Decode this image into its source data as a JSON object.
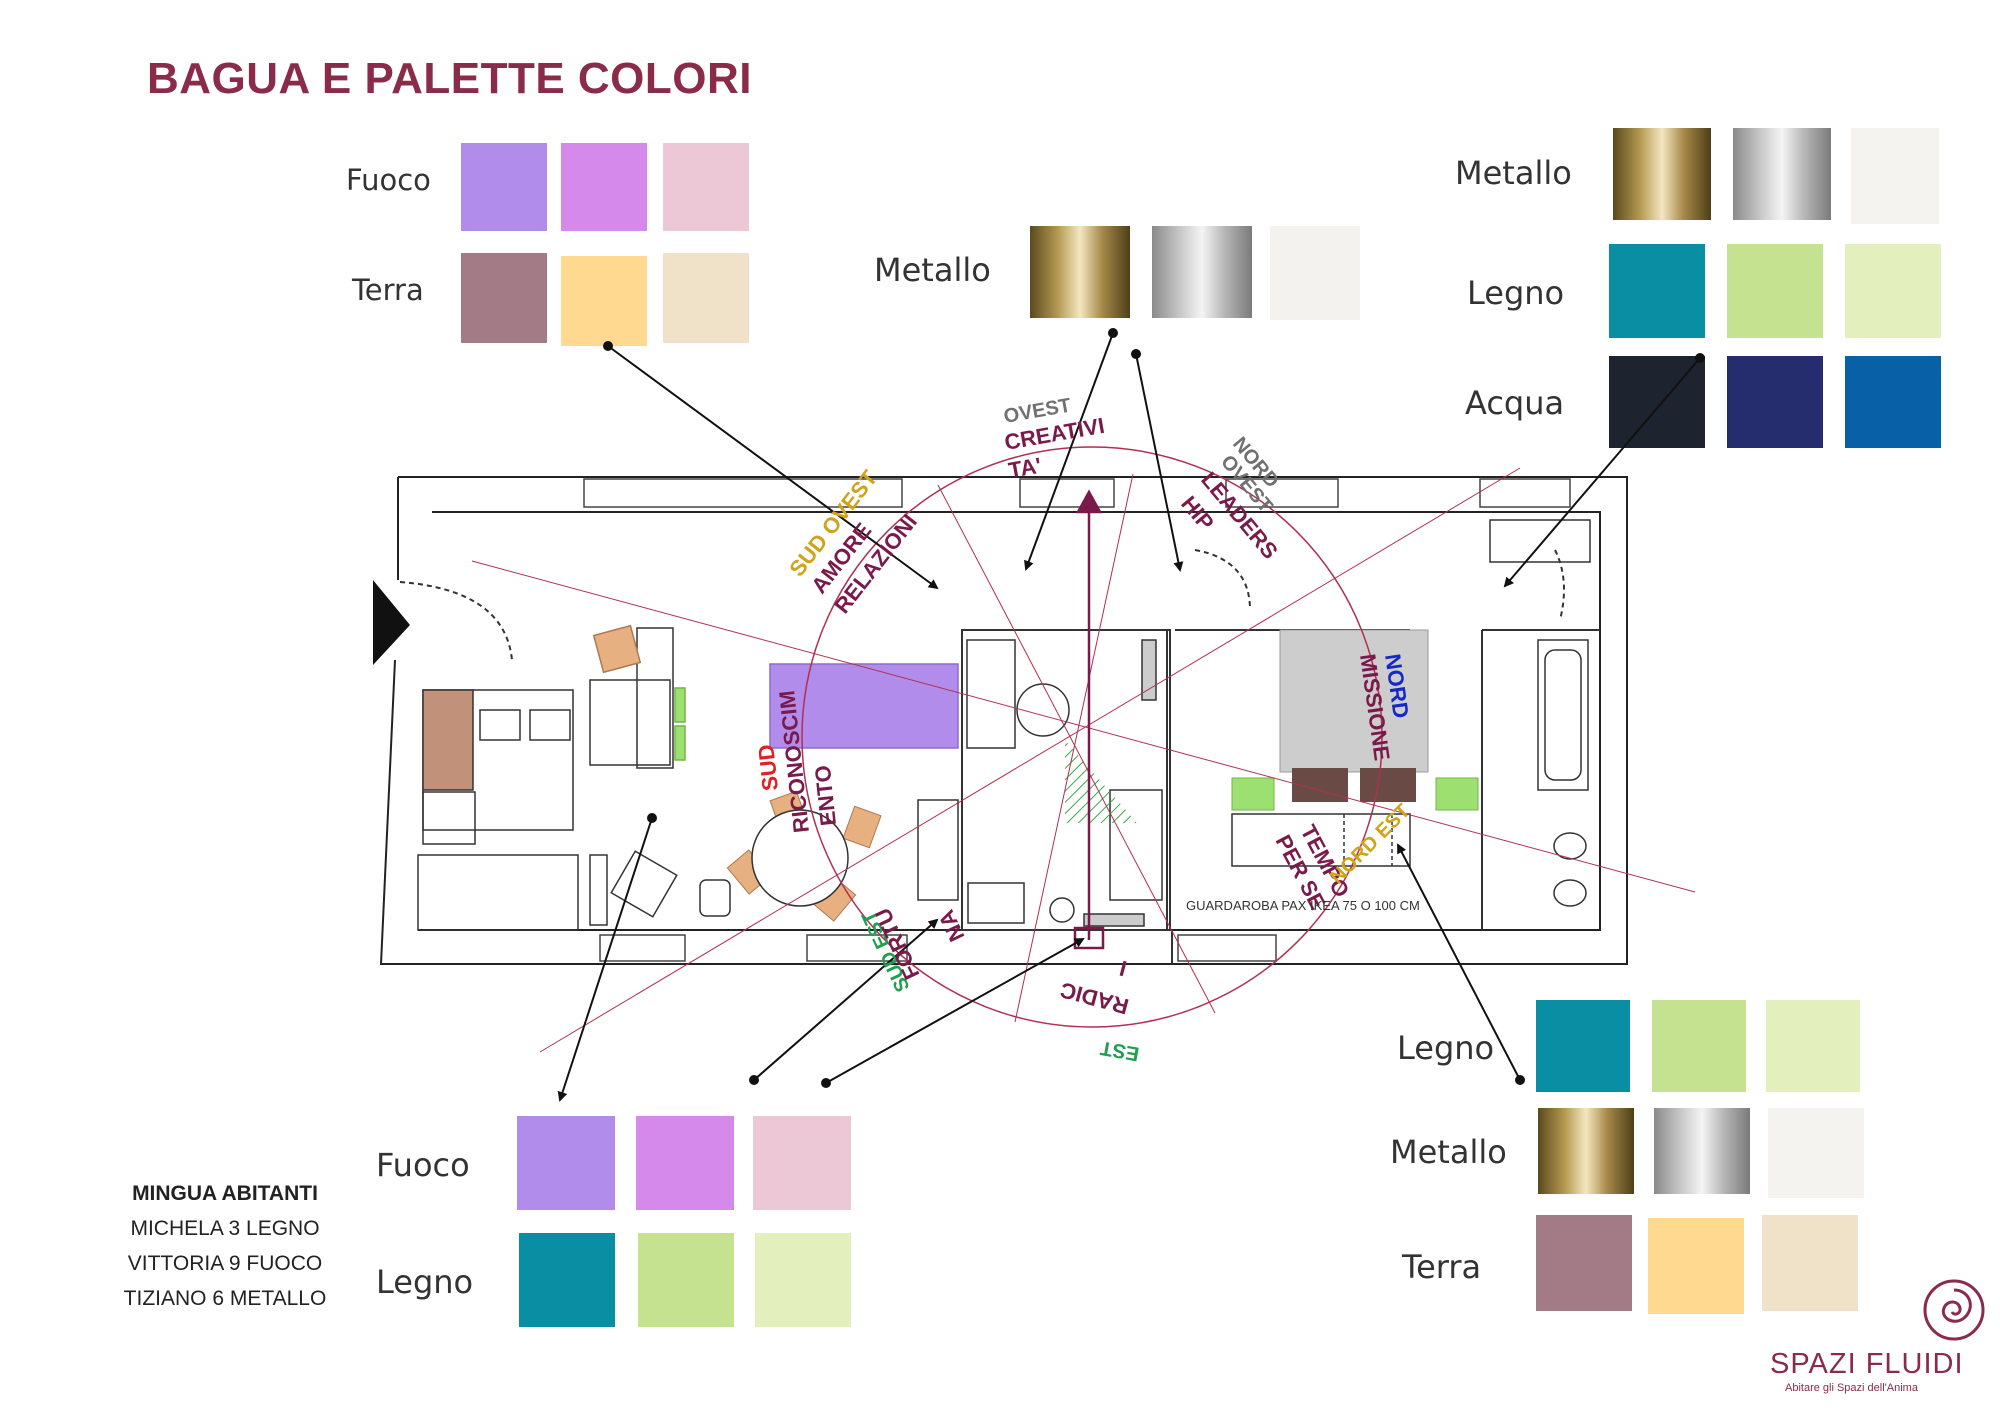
{
  "title": "BAGUA E  PALETTE COLORI",
  "palettes": {
    "top_left": [
      {
        "element": "Fuoco",
        "colors": [
          "#b18ceb",
          "#d58aeb",
          "#ecc8d6"
        ]
      },
      {
        "element": "Terra",
        "colors": [
          "#a37b87",
          "#ffd98f",
          "#efe2c8"
        ]
      }
    ],
    "top_center": [
      {
        "element": "Metallo",
        "colors": [
          "gold-metal",
          "silver-metal",
          "#f4f2ee"
        ]
      }
    ],
    "top_right": [
      {
        "element": "Metallo",
        "colors": [
          "gold-metal",
          "silver-metal",
          "#f5f3ef"
        ]
      },
      {
        "element": "Legno",
        "colors": [
          "#0a8ea3",
          "#c4e28f",
          "#e4efbe"
        ]
      },
      {
        "element": "Acqua",
        "colors": [
          "#1e2330",
          "#262d6f",
          "#0861a6"
        ]
      }
    ],
    "bottom_left": [
      {
        "element": "Fuoco",
        "colors": [
          "#b18ceb",
          "#d58aeb",
          "#ecc8d6"
        ]
      },
      {
        "element": "Legno",
        "colors": [
          "#0a8ea3",
          "#c4e28f",
          "#e4efbe"
        ]
      }
    ],
    "bottom_right": [
      {
        "element": "Legno",
        "colors": [
          "#0a8ea3",
          "#c4e28f",
          "#e4efbe"
        ]
      },
      {
        "element": "Metallo",
        "colors": [
          "gold-metal",
          "silver-metal",
          "#f5f3ef"
        ]
      },
      {
        "element": "Terra",
        "colors": [
          "#a37b87",
          "#ffd98f",
          "#efe2c8"
        ]
      }
    ]
  },
  "bagua_labels": {
    "ovest": "OVEST",
    "creativita_1": "CREATIVI",
    "creativita_2": "TA'",
    "nord_ovest_1": "NORD",
    "nord_ovest_2": "OVEST",
    "leadership_1": "LEADERS",
    "leadership_2": "HIP",
    "sud_ovest": "SUD OVEST",
    "amore": "AMORE",
    "relazioni": "RELAZIONI",
    "nord": "NORD",
    "missione": "MISSIONE",
    "sud": "SUD",
    "riconoscimento_1": "RICONOSCIM",
    "riconoscimento_2": "ENTO",
    "tempo_1": "TEMPO",
    "tempo_2": "PER SE",
    "nord_est": "NORD EST",
    "sud_est": "SUD EST",
    "fortuna_1": "FORTU",
    "fortuna_2": "NA",
    "radici_1": "RADIC",
    "radici_2": "I",
    "est": "EST",
    "guardaroba": "GUARDAROBA PAX IKEA 75 O 100 CM"
  },
  "inhabitants": {
    "heading": "MINGUA ABITANTI",
    "people": [
      "MICHELA 3 LEGNO",
      "VITTORIA 9 FUOCO",
      "TIZIANO 6 METALLO"
    ]
  },
  "brand": {
    "name": "SPAZI FLUIDI",
    "tagline": "Abitare gli Spazi dell'Anima"
  },
  "colors": {
    "accent": "#8a2b4a",
    "bagua_yellow": "#d0a418",
    "bagua_red": "#e02020",
    "bagua_blue": "#1428c8",
    "bagua_green": "#1fa050",
    "bagua_grey": "#707070"
  }
}
